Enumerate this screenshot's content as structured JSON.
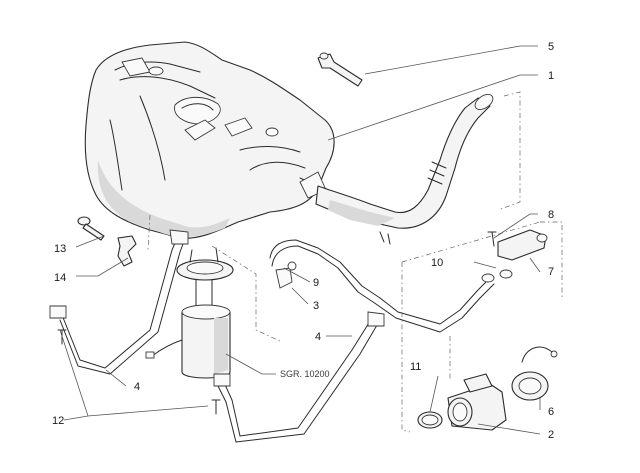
{
  "callouts": {
    "c1": "1",
    "c2": "2",
    "c3": "3",
    "c4a": "4",
    "c4b": "4",
    "c5": "5",
    "c6": "6",
    "c7": "7",
    "c8": "8",
    "c9": "9",
    "c10": "10",
    "c11": "11",
    "c12": "12",
    "c13": "13",
    "c14": "14"
  },
  "reference_label": "SGR. 10200"
}
